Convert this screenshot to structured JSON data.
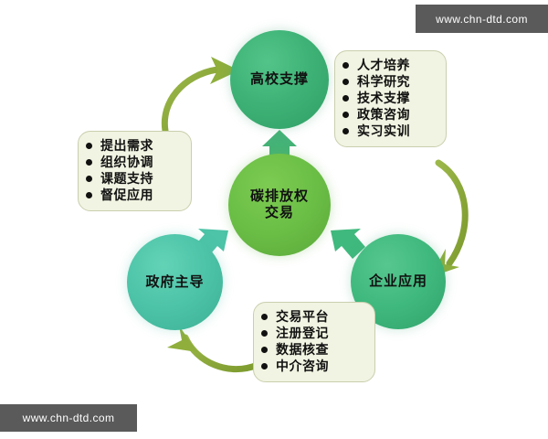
{
  "diagram": {
    "center": {
      "label": "碳排放权交易",
      "line1": "碳排放权",
      "line2": "交易",
      "color": "#6bbf46"
    },
    "nodes": [
      {
        "id": "university",
        "label": "高校支撑",
        "color": "#3fb377"
      },
      {
        "id": "enterprise",
        "label": "企业应用",
        "color": "#40b97e"
      },
      {
        "id": "government",
        "label": "政府主导",
        "color": "#4dc3a7"
      }
    ],
    "boxes": [
      {
        "id": "university-detail",
        "items": [
          "人才培养",
          "科学研究",
          "技术支撑",
          "政策咨询",
          "实习实训"
        ]
      },
      {
        "id": "government-detail",
        "items": [
          "提出需求",
          "组织协调",
          "课题支持",
          "督促应用"
        ]
      },
      {
        "id": "enterprise-detail",
        "items": [
          "交易平台",
          "注册登记",
          "数据核查",
          "中介咨询"
        ]
      }
    ],
    "connectors": {
      "curved_arrow_color": "#8fae3c",
      "chevron_up_color": "#45b377",
      "chevron_left_color": "#4dc3a7",
      "chevron_right_color": "#40b97e"
    }
  },
  "watermark": {
    "top": "www.chn-dtd.com",
    "bottom": "www.chn-dtd.com",
    "background": "#5a5a5a"
  }
}
